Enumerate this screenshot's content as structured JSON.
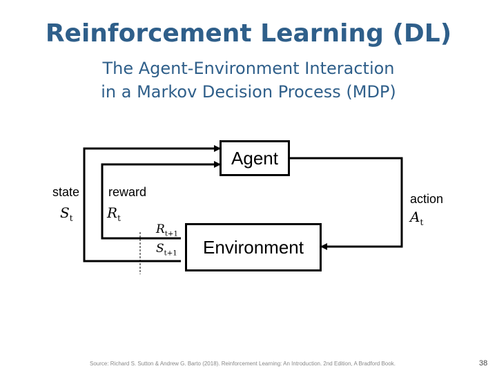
{
  "title": "Reinforcement Learning (DL)",
  "subtitle": {
    "line1": "The Agent-Environment Interaction",
    "line2": "in a Markov Decision Process (MDP)"
  },
  "diagram": {
    "agent_label": "Agent",
    "environment_label": "Environment",
    "state_word": "state",
    "state_symbol": "S",
    "state_sub": "t",
    "reward_word": "reward",
    "reward_symbol": "R",
    "reward_sub": "t",
    "action_word": "action",
    "action_symbol": "A",
    "action_sub": "t",
    "next_reward_symbol": "R",
    "next_reward_sub": "t+1",
    "next_state_symbol": "S",
    "next_state_sub": "t+1"
  },
  "footer": {
    "source": "Source: Richard S. Sutton & Andrew G. Barto (2018). Reinforcement Learning: An Introduction. 2nd Edition, A Bradford Book.",
    "page_number": "38"
  }
}
